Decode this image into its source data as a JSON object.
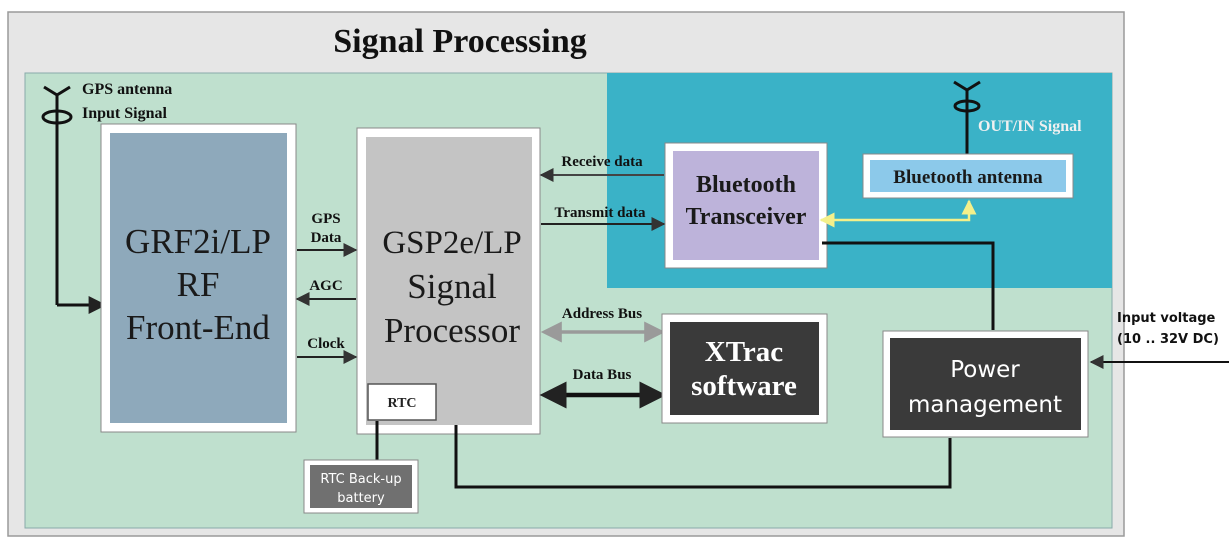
{
  "title": "Signal Processing",
  "antennas": {
    "gps_line1": "GPS antenna",
    "gps_line2": "Input Signal",
    "bt_signal": "OUT/IN Signal"
  },
  "blocks": {
    "rf": {
      "line1": "GRF2i/LP",
      "line2": "RF",
      "line3": "Front-End"
    },
    "processor": {
      "line1": "GSP2e/LP",
      "line2": "Signal",
      "line3": "Processor"
    },
    "rtc": "RTC",
    "rtc_battery": {
      "line1": "RTC Back-up",
      "line2": "battery"
    },
    "bt_transceiver": {
      "line1": "Bluetooth",
      "line2": "Transceiver"
    },
    "bt_antenna": "Bluetooth antenna",
    "xtrac": {
      "line1": "XTrac",
      "line2": "software"
    },
    "power": {
      "line1": "Power",
      "line2": "management"
    }
  },
  "signals": {
    "gps_data_line1": "GPS",
    "gps_data_line2": "Data",
    "agc": "AGC",
    "clock": "Clock",
    "receive_data": "Receive data",
    "transmit_data": "Transmit data",
    "address_bus": "Address Bus",
    "data_bus": "Data Bus"
  },
  "input_voltage": {
    "line1": "Input voltage",
    "line2": "(10 .. 32V DC)"
  },
  "colors": {
    "board": "#bfe0ce",
    "bluetooth_zone": "#3ab2c7",
    "rf_block": "#8ea9bb",
    "processor_block": "#c4c4c4",
    "bt_block": "#bdb3da",
    "bt_antenna_block": "#8cc9ea",
    "dark_block": "#3a3a3a",
    "yellow_link": "#f4f08a"
  }
}
